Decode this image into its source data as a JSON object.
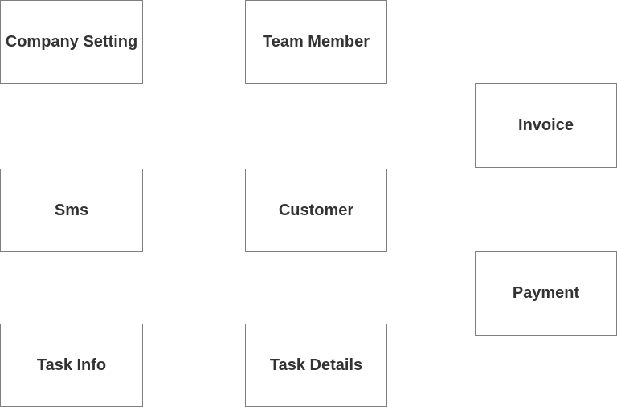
{
  "entities": {
    "company_setting": "Company Setting",
    "team_member": "Team Member",
    "invoice": "Invoice",
    "sms": "Sms",
    "customer": "Customer",
    "payment": "Payment",
    "task_info": "Task Info",
    "task_details": "Task Details"
  },
  "colors": {
    "border": "#7f7f7f",
    "text": "#333333",
    "background": "#ffffff"
  }
}
